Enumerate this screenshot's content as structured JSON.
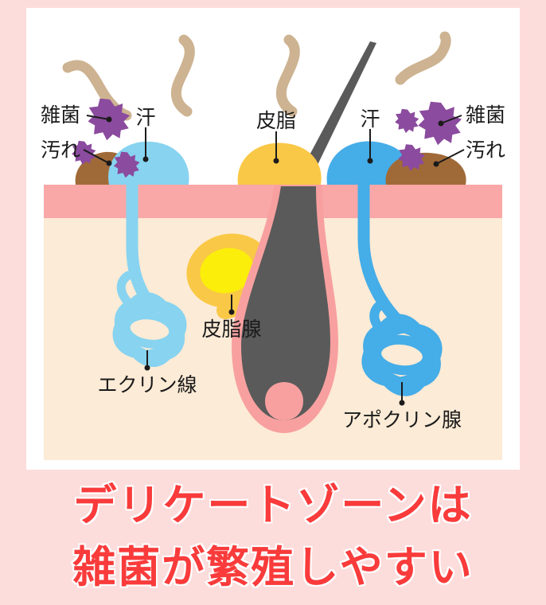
{
  "card": {
    "background": "#ffffff",
    "page_background": "#fcdddc"
  },
  "diagram": {
    "title_alt": "skin cross-section showing sweat, sebum, dirt and bacteria",
    "labels": {
      "bacteria_left": "雑菌",
      "dirt_left": "汚れ",
      "sweat_left": "汗",
      "sebum": "皮脂",
      "sweat_right": "汗",
      "bacteria_right": "雑菌",
      "dirt_right": "汚れ",
      "sebaceous_gland": "皮脂腺",
      "eccrine_gland": "エクリン線",
      "apocrine_gland": "アポクリン腺"
    },
    "colors": {
      "epidermis": "#f9a7a7",
      "dermis": "#fcebd6",
      "sweat_light": "#87d3f0",
      "sweat_dark": "#45ade8",
      "sebum": "#f9c846",
      "sebum_core": "#fbee0b",
      "dirt": "#a06a38",
      "bacteria": "#8b4b9e",
      "hair": "#5a5a5a",
      "follicle": "#f8a0a0",
      "odor_wisp": "#cdb391"
    }
  },
  "caption": {
    "line1": "デリケートゾーンは",
    "line2": "雑菌が繁殖しやすい",
    "color": "#f93b3b",
    "outline_color": "#ffffff"
  }
}
